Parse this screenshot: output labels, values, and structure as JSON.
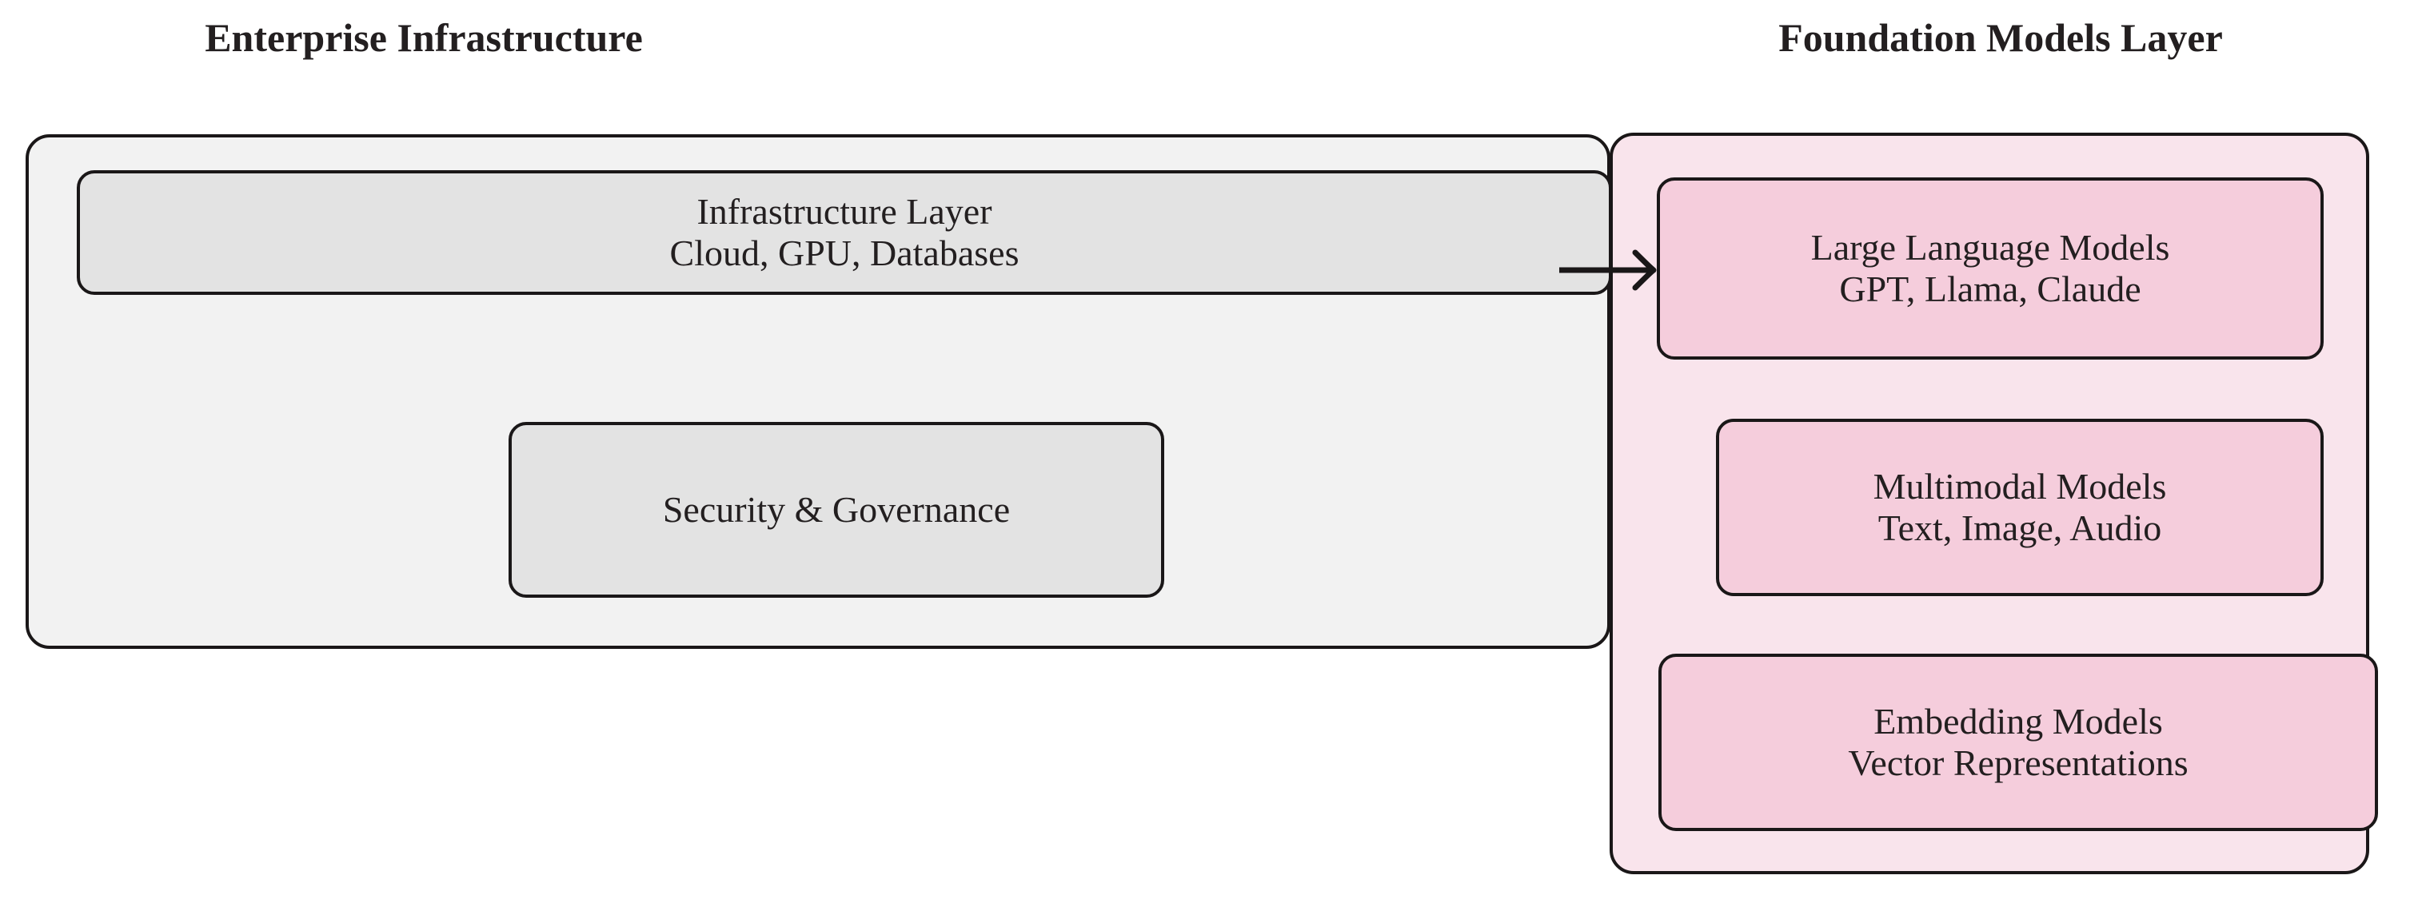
{
  "diagram": {
    "type": "layered-architecture",
    "background": "#ffffff",
    "groups": [
      {
        "id": "enterprise-infrastructure",
        "title": "Enterprise Infrastructure",
        "fill": "#f2f2f2",
        "border": "#1a1718",
        "nodes": [
          {
            "id": "infrastructure-layer",
            "fill": "#e3e3e3",
            "lines": [
              "Infrastructure Layer",
              "Cloud, GPU, Databases"
            ]
          },
          {
            "id": "security-governance",
            "fill": "#e3e3e3",
            "lines": [
              "Security & Governance"
            ]
          }
        ]
      },
      {
        "id": "foundation-models-layer",
        "title": "Foundation Models Layer",
        "fill": "#f9e4ec",
        "border": "#1a1718",
        "nodes": [
          {
            "id": "large-language-models",
            "fill": "#f5cddc",
            "lines": [
              "Large Language Models",
              "GPT, Llama, Claude"
            ]
          },
          {
            "id": "multimodal-models",
            "fill": "#f5cddc",
            "lines": [
              "Multimodal Models",
              "Text, Image, Audio"
            ]
          },
          {
            "id": "embedding-models",
            "fill": "#f5cddc",
            "lines": [
              "Embedding Models",
              "Vector Representations"
            ]
          }
        ]
      }
    ],
    "edges": [
      {
        "id": "infrastructure-to-llm",
        "from": "infrastructure-layer",
        "to": "large-language-models",
        "label": "",
        "color": "#1a1718",
        "arrowhead": "open"
      }
    ]
  }
}
